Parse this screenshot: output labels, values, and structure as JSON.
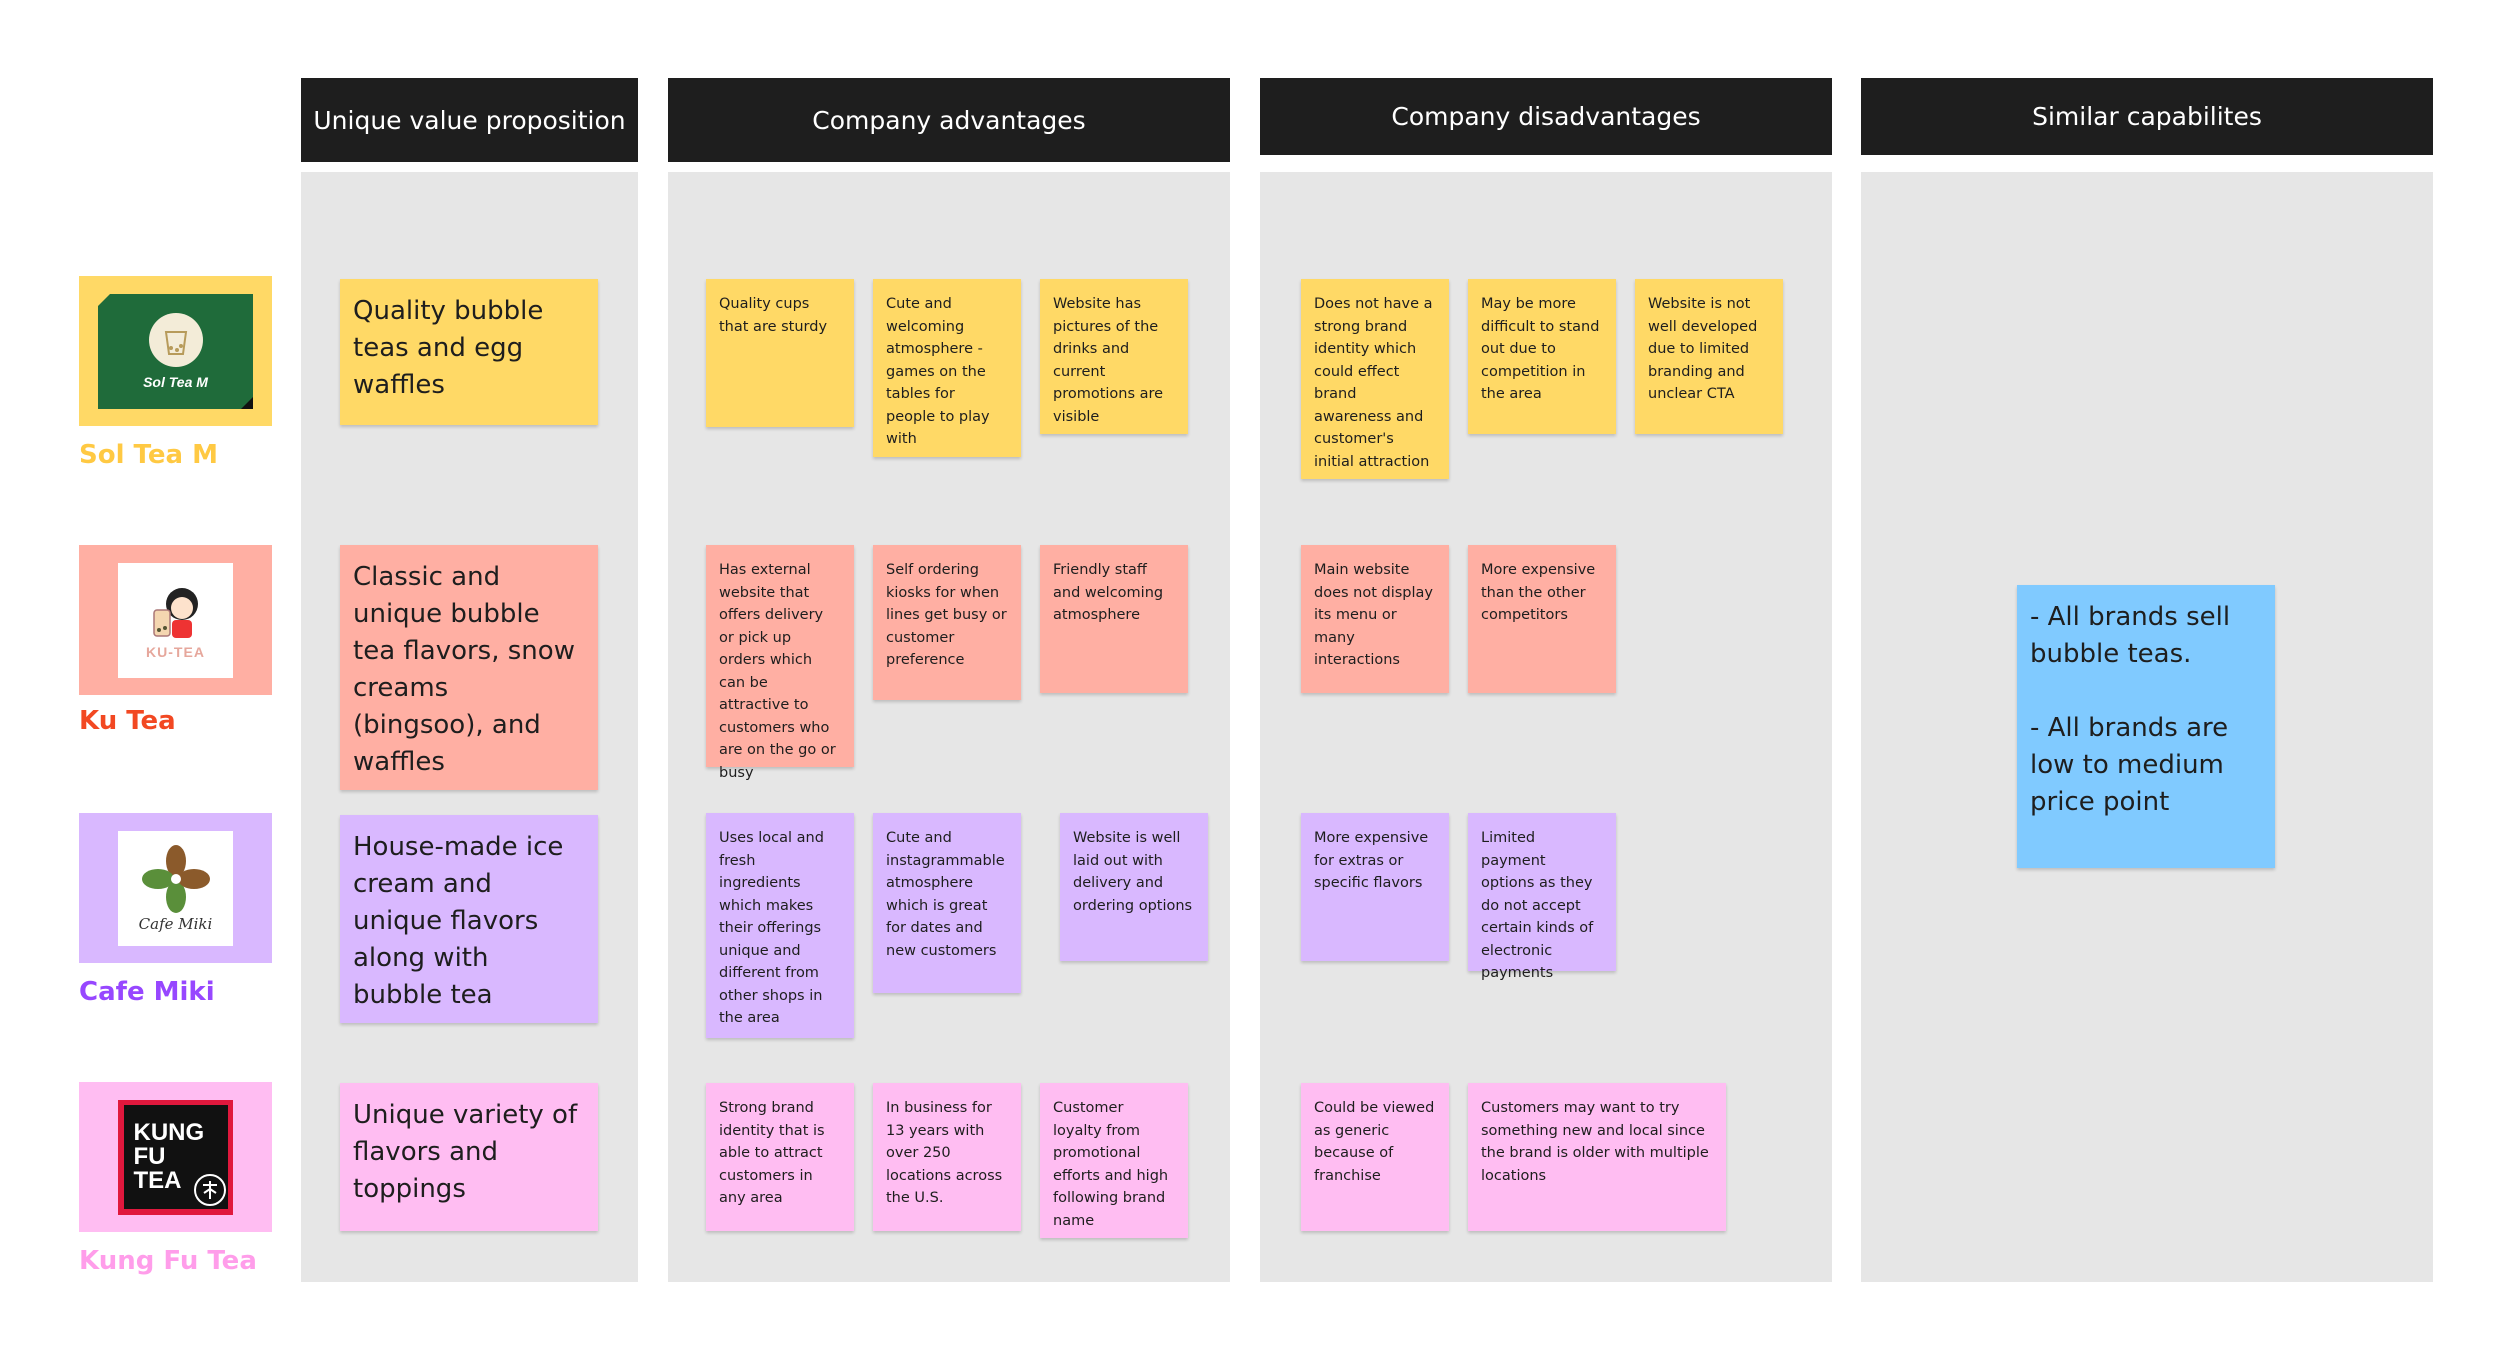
{
  "headers": {
    "uvp": "Unique value proposition",
    "advantages": "Company advantages",
    "disadvantages": "Company disadvantages",
    "similar": "Similar capabilites"
  },
  "brands": [
    {
      "name": "Sol Tea M",
      "logo_text": "Sol Tea M"
    },
    {
      "name": "Ku Tea",
      "logo_text": "KU-TEA"
    },
    {
      "name": "Cafe Miki",
      "logo_text": "Cafe Miki"
    },
    {
      "name": "Kung Fu Tea",
      "logo_text": "KUNG FU TEA"
    }
  ],
  "uvp": [
    "Quality bubble teas and egg waffles",
    "Classic and unique bubble tea flavors, snow creams (bingsoo), and waffles",
    "House-made ice cream and unique flavors along with bubble tea",
    "Unique variety of flavors and toppings"
  ],
  "advantages": [
    [
      "Quality cups that are sturdy",
      "Cute and welcoming atmosphere - games on the tables for people to play with",
      "Website has pictures of the drinks and current promotions are visible"
    ],
    [
      "Has external website that offers delivery or pick up orders which can be attractive to customers who are on the go or busy",
      "Self ordering kiosks for when lines get busy or customer preference",
      "Friendly staff and welcoming atmosphere"
    ],
    [
      "Uses local and fresh ingredients which makes their offerings unique and different from other shops in the area",
      "Cute and instagrammable atmosphere which is great for dates and new customers",
      "Website is well laid out with delivery and ordering options"
    ],
    [
      "Strong brand identity that is able to attract customers in any area",
      "In business for 13 years with over 250 locations across the U.S.",
      "Customer loyalty from promotional efforts and high following brand name"
    ]
  ],
  "disadvantages": [
    [
      "Does not have a strong brand identity which could effect brand awareness and customer's initial attraction",
      "May be more difficult to stand out due to competition in the area",
      "Website is not well developed due to limited branding and unclear CTA"
    ],
    [
      "Main website does not display its menu or many interactions",
      "More expensive than the other competitors"
    ],
    [
      "More expensive for extras or specific flavors",
      "Limited payment options as they do not accept certain kinds of electronic payments"
    ],
    [
      "Could be viewed as generic because of franchise",
      "Customers may want to try something new and local since the brand is older with multiple locations"
    ]
  ],
  "similar": {
    "line1": "- All brands sell bubble teas.",
    "line2": "- All brands are low to medium price point"
  },
  "colors": {
    "yellow": "#ffd966",
    "salmon": "#ffafa3",
    "violet": "#d9b8ff",
    "pink": "#ffbdf2",
    "blue": "#80caff",
    "header": "#1e1e1e",
    "column": "#e6e6e6"
  }
}
